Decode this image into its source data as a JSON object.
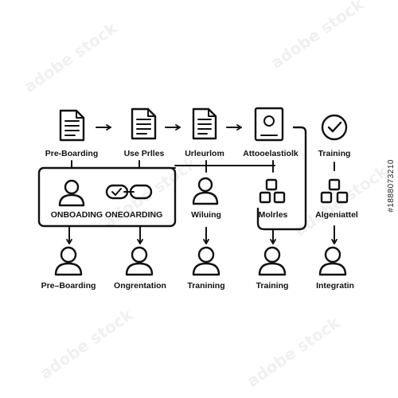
{
  "colors": {
    "ink": "#111111",
    "background": "#ffffff"
  },
  "watermark": {
    "text": "adobe stock"
  },
  "stock_id": "#1888073210",
  "flow": {
    "top_row": [
      {
        "label": "Pre-Boarding",
        "icon": "document-icon"
      },
      {
        "label": "Use Prlles",
        "icon": "document-icon"
      },
      {
        "label": "Urleurlom",
        "icon": "document-icon"
      },
      {
        "label": "Attooelastiolk",
        "icon": "id-card-icon"
      },
      {
        "label": "Training",
        "icon": "check-circle-icon"
      }
    ],
    "middle_row": {
      "group_label": "ONBOADING ONEOARDING",
      "items": [
        {
          "label": "",
          "icon": "person-icon"
        },
        {
          "label": "",
          "icon": "link-icon"
        },
        {
          "label": "Wiluing",
          "icon": "person-icon"
        },
        {
          "label": "Molrles",
          "icon": "blocks-icon"
        },
        {
          "label": "Algeniattel",
          "icon": "blocks-icon"
        }
      ]
    },
    "bottom_row": [
      {
        "label": "Pre–Boarding",
        "icon": "person-icon"
      },
      {
        "label": "Ongrentation",
        "icon": "person-icon"
      },
      {
        "label": "Tranining",
        "icon": "person-icon"
      },
      {
        "label": "Training",
        "icon": "person-icon"
      },
      {
        "label": "Integratin",
        "icon": "person-icon"
      }
    ]
  }
}
